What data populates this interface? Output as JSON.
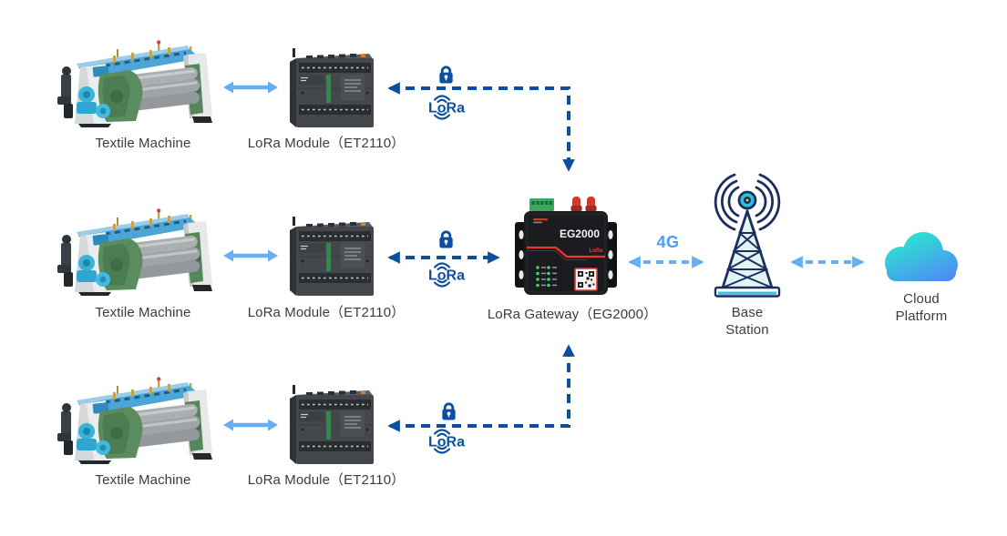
{
  "diagram": {
    "description": "LoRa textile-machine monitoring topology",
    "rows": [
      {
        "machine_label": "Textile Machine",
        "module_label": "LoRa Module（ET2110）"
      },
      {
        "machine_label": "Textile Machine",
        "module_label": "LoRa Module（ET2110）"
      },
      {
        "machine_label": "Textile Machine",
        "module_label": "LoRa Module（ET2110）"
      }
    ],
    "gateway_label": "LoRa Gateway（EG2000）",
    "base_station": {
      "line1": "Base",
      "line2": "Station"
    },
    "cloud": {
      "line1": "Cloud",
      "line2": "Platform"
    },
    "links": {
      "lora": "LoRa",
      "fourg": "4G"
    },
    "gateway_device": {
      "model": "EG2000",
      "print_lora": "LoRa"
    },
    "icons": {
      "lock": "lock-icon",
      "lora_wordmark": "lora-radio-wordmark",
      "base_station": "radio-tower-icon",
      "cloud": "cloud-icon"
    },
    "colors": {
      "dark_link_blue": "#0b4f9e",
      "light_link_blue": "#66aff2",
      "fourg_text": "#4c9fec",
      "label_text": "#3c3c3c",
      "tower_navy": "#1e2d5f",
      "tower_teal": "#2bc4d6",
      "cloud_gradient_start": "#2ae6cf",
      "cloud_gradient_end": "#4e8bf5",
      "gateway_accent_red": "#e8392b"
    }
  }
}
